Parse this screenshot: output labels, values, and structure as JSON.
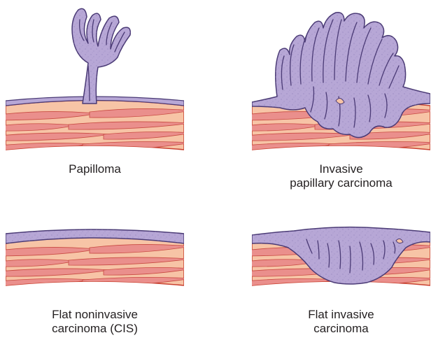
{
  "colors": {
    "tissue": "#f7c4a6",
    "tissue_outline": "#c9402f",
    "muscle": "#ea8f8c",
    "muscle_outline": "#c84a42",
    "tumor": "#b7a7d6",
    "tumor_outline": "#4a3a75",
    "background": "#ffffff"
  },
  "panels": [
    {
      "id": "papilloma",
      "lines": [
        "Papilloma"
      ]
    },
    {
      "id": "invasive-papillary",
      "lines": [
        "Invasive",
        "papillary carcinoma"
      ]
    },
    {
      "id": "flat-noninvasive",
      "lines": [
        "Flat noninvasive",
        "carcinoma (CIS)"
      ]
    },
    {
      "id": "flat-invasive",
      "lines": [
        "Flat invasive",
        "carcinoma"
      ]
    }
  ]
}
